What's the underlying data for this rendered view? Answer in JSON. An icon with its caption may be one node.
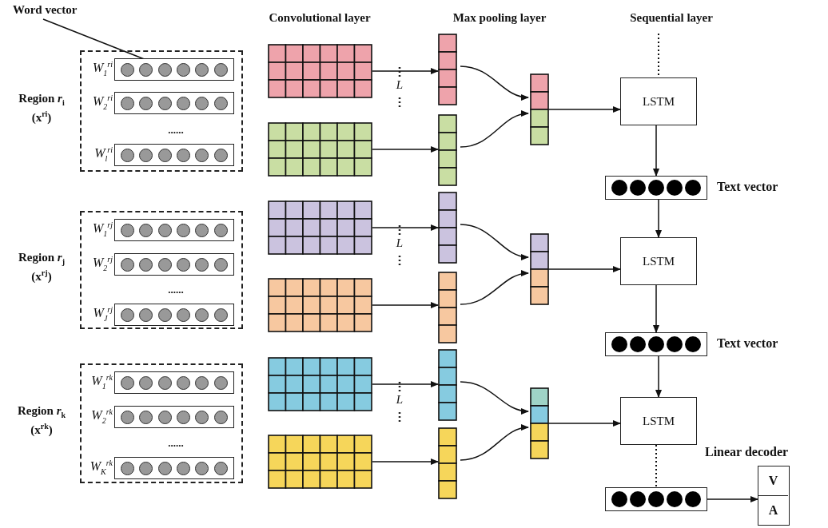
{
  "diagram": {
    "nodes": [
      {
        "text": [
          "Word vector"
        ]
      },
      {
        "text": [
          "Region *r*$_{i}$",
          "(x$^{ri}$)"
        ]
      },
      {
        "text": [],
        "shape": "box",
        "in": 1,
        "beside": [
          "W$_{1}$$^{ri}$"
        ]
      },
      {
        "text": [],
        "shape": "box",
        "in": 1,
        "beside": [
          "W$_{2}$$^{ri}$"
        ]
      },
      {
        "text": [],
        "shape": "box",
        "in": 1,
        "beside": [
          "W$_{l}$$^{ri}$"
        ]
      },
      {
        "text": [
          "Region *r*$_{j}$",
          "(x$^{rj}$)"
        ]
      },
      {
        "text": [],
        "shape": "box",
        "in": 5,
        "beside": [
          "W$_{1}$$^{rj}$"
        ]
      },
      {
        "text": [],
        "shape": "box",
        "in": 5,
        "beside": [
          "W$_{2}$$^{rj}$"
        ]
      },
      {
        "text": [],
        "shape": "box",
        "in": 5,
        "beside": [
          "W$_{J}$$^{rj}$"
        ]
      },
      {
        "text": [
          "Region *r*$_{k}$",
          "(x$^{rk}$)"
        ]
      },
      {
        "text": [],
        "shape": "box",
        "in": 9,
        "beside": [
          "W$_{1}$$^{rk}$"
        ]
      },
      {
        "text": [],
        "shape": "box",
        "in": 9,
        "beside": [
          "W$_{2}$$^{rk}$"
        ]
      },
      {
        "text": [],
        "shape": "box",
        "in": 9,
        "beside": [
          "W$_{K}$$^{rk}$"
        ]
      },
      {
        "text": [],
        "shape": "box"
      },
      {
        "text": [],
        "shape": "box"
      },
      {
        "text": [],
        "shape": "box"
      },
      {
        "text": [],
        "shape": "box"
      },
      {
        "text": [],
        "shape": "box"
      },
      {
        "text": [],
        "shape": "box"
      },
      {
        "text": [],
        "shape": "bar"
      },
      {
        "text": [],
        "shape": "bar"
      },
      {
        "text": [],
        "shape": "bar"
      },
      {
        "text": [],
        "shape": "bar"
      },
      {
        "text": [],
        "shape": "bar"
      },
      {
        "text": [],
        "shape": "bar"
      },
      {
        "text": [],
        "shape": "bar"
      },
      {
        "text": [],
        "shape": "bar"
      },
      {
        "text": [],
        "shape": "bar"
      },
      {
        "text": [
          "LSTM"
        ]
      },
      {
        "text": [],
        "shape": "box",
        "beside": [
          "Text vector"
        ]
      },
      {
        "text": [
          "LSTM"
        ]
      },
      {
        "text": [],
        "shape": "box",
        "beside": [
          "Text vector"
        ]
      },
      {
        "text": [
          "LSTM"
        ]
      },
      {
        "text": [],
        "shape": "box"
      },
      {
        "text": [
          "Linear decoder",
          "V",
          "A"
        ]
      }
    ],
    "edges": [
      {
        "from": 0,
        "to": 2,
        "arrow": "none"
      },
      {
        "from": 13,
        "to": 19,
        "arrow": "to"
      },
      {
        "from": 14,
        "to": 20,
        "arrow": "to"
      },
      {
        "from": 15,
        "to": 21,
        "arrow": "to"
      },
      {
        "from": 16,
        "to": 22,
        "arrow": "to"
      },
      {
        "from": 17,
        "to": 23,
        "arrow": "to"
      },
      {
        "from": 18,
        "to": 24,
        "arrow": "to"
      },
      {
        "from": 19,
        "to": 25,
        "arrow": "to"
      },
      {
        "from": 20,
        "to": 25,
        "arrow": "to"
      },
      {
        "from": 21,
        "to": 26,
        "arrow": "to"
      },
      {
        "from": 22,
        "to": 26,
        "arrow": "to"
      },
      {
        "from": 23,
        "to": 27,
        "arrow": "to"
      },
      {
        "from": 24,
        "to": 27,
        "arrow": "to"
      },
      {
        "from": 25,
        "to": 28,
        "arrow": "to"
      },
      {
        "from": 26,
        "to": 30,
        "arrow": "to"
      },
      {
        "from": 27,
        "to": 32,
        "arrow": "to"
      },
      {
        "from": null,
        "to": 28,
        "arrow": "none",
        "style": "dashed"
      },
      {
        "from": 28,
        "to": 29,
        "arrow": "to"
      },
      {
        "from": 29,
        "to": 30,
        "arrow": "to"
      },
      {
        "from": 30,
        "to": 31,
        "arrow": "to"
      },
      {
        "from": 31,
        "to": 32,
        "arrow": "to"
      },
      {
        "from": 32,
        "to": 33,
        "arrow": "none",
        "style": "dashed"
      },
      {
        "from": 33,
        "to": 34,
        "arrow": "to"
      }
    ],
    "labels": [
      "Convolutional layer",
      "Max pooling layer",
      "Sequential layer",
      "......",
      "L",
      "......",
      "L",
      "......",
      "L"
    ]
  }
}
